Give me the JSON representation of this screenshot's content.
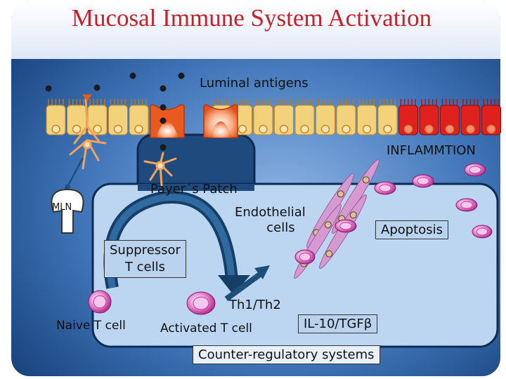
{
  "title": "Mucosal Immune System Activation",
  "labels": {
    "luminal_antigens": "Luminal antigens",
    "inflammation": "INFLAMMTION",
    "payers_patch": "Payer´s Patch",
    "mln": "MLN",
    "endothelial_line1": "Endothelial",
    "endothelial_line2": "cells",
    "apoptosis": "Apoptosis",
    "suppressor_line1": "Suppressor",
    "suppressor_line2": "T cells",
    "naive": "Naive T cell",
    "activated": "Activated  T cell",
    "th": "Th1/Th2",
    "il10": "IL-10/TGFβ",
    "counter": "Counter-regulatory systems"
  },
  "colors": {
    "title": "#c8202a",
    "background_dark": "#123a72",
    "background_light": "#8fb6e6",
    "tissue_panel": "#bcd6f1",
    "epithelial_cell": "#f3d27c",
    "m_cell": "#e85a1e",
    "inflamed_cell": "#e0201c",
    "lymphocyte": "#c63aa0",
    "endothelial_cell": "#d79ad0",
    "arrow": "#1d4f7a"
  },
  "icons": [
    "antigen-dot-icon",
    "dendritic-cell-icon",
    "lymph-node-icon",
    "t-cell-icon",
    "endothelial-cell-icon",
    "curved-arrow-icon",
    "straight-arrow-icon"
  ]
}
